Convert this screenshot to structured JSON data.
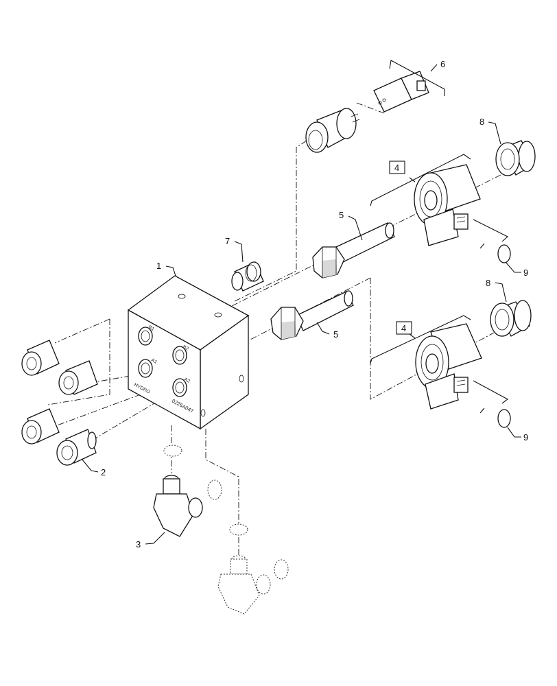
{
  "callouts": {
    "c1": "1",
    "c2": "2",
    "c3": "3",
    "c4a": "4",
    "c4b": "4",
    "c5a": "5",
    "c5b": "5",
    "c6": "6",
    "c7": "7",
    "c8a": "8",
    "c8b": "8",
    "c9a": "9",
    "c9b": "9"
  },
  "block": {
    "port_b1": "B1",
    "port_b2": "B2",
    "port_a1": "A1",
    "port_a2": "A2",
    "part_number": "0226A047",
    "logo": "HYDRO"
  },
  "colors": {
    "line": "#111111",
    "background": "#ffffff",
    "shade": "#d8d8d8"
  }
}
